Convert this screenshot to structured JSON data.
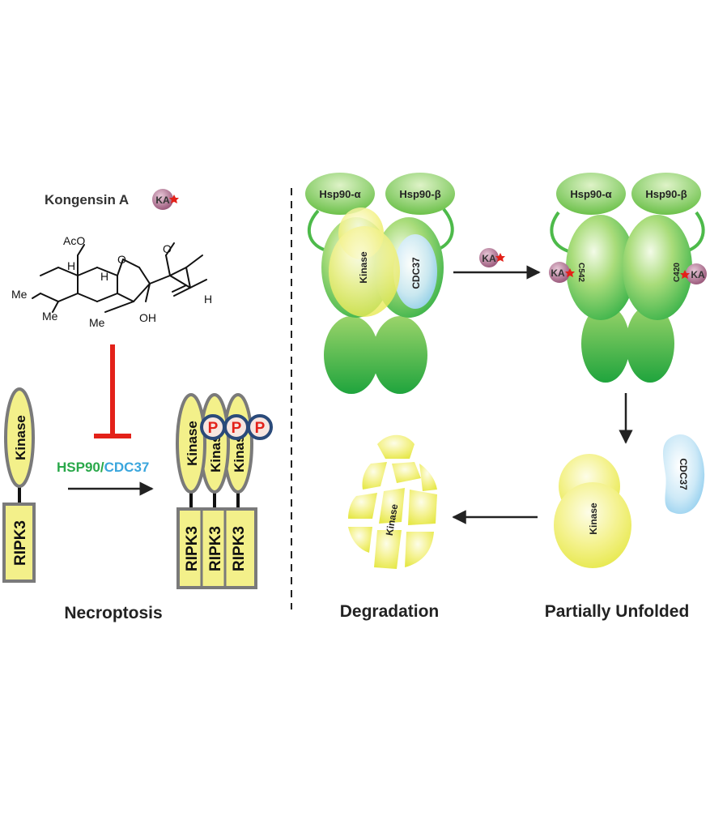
{
  "compound": {
    "name": "Kongensin A",
    "badge": "KA",
    "structure_labels": {
      "acetate": "AcO",
      "h_top": "H",
      "h_mid": "H",
      "h_right": "H",
      "ketone1": "O",
      "ketone2": "O",
      "me1": "Me",
      "me2": "Me",
      "me3": "Me",
      "hydroxyl": "OH"
    }
  },
  "pathway": {
    "chaperone_hsp90": "HSP90",
    "separator": "/",
    "chaperone_cdc37": "CDC37",
    "monomer": {
      "kinase": "Kinase",
      "ripk3": "RIPK3"
    },
    "oligomer": {
      "kinase": [
        "Kinase",
        "Kinase",
        "Kinase"
      ],
      "ripk3": [
        "RIPK3",
        "RIPK3",
        "RIPK3"
      ],
      "phospho": [
        "P",
        "P",
        "P"
      ]
    },
    "label": "Necroptosis"
  },
  "complex": {
    "hsp90_alpha": "Hsp90-α",
    "hsp90_beta": "Hsp90-β",
    "kinase": "Kinase",
    "cdc37": "CDC37",
    "drug": "KA"
  },
  "bound": {
    "hsp90_alpha": "Hsp90-α",
    "hsp90_beta": "Hsp90-β",
    "drug_left": "KA",
    "drug_right": "KA",
    "site_left": "C542",
    "site_right": "C420"
  },
  "released": {
    "kinase": "Kinase",
    "cdc37": "CDC37",
    "label": "Partially Unfolded"
  },
  "degraded": {
    "kinase": "Kinase",
    "label": "Degradation"
  },
  "colors": {
    "hsp90_green": "#3cb44a",
    "kinase_yellow": "#f2f27a",
    "cdc37_blue": "#9fd3ef",
    "drug_purple": "#b2708f",
    "inhibit_red": "#e32119",
    "phospho_ring": "#2a4a7a",
    "hsp_text_green": "#2aa84a",
    "cdc_text_blue": "#3aa6dd"
  }
}
